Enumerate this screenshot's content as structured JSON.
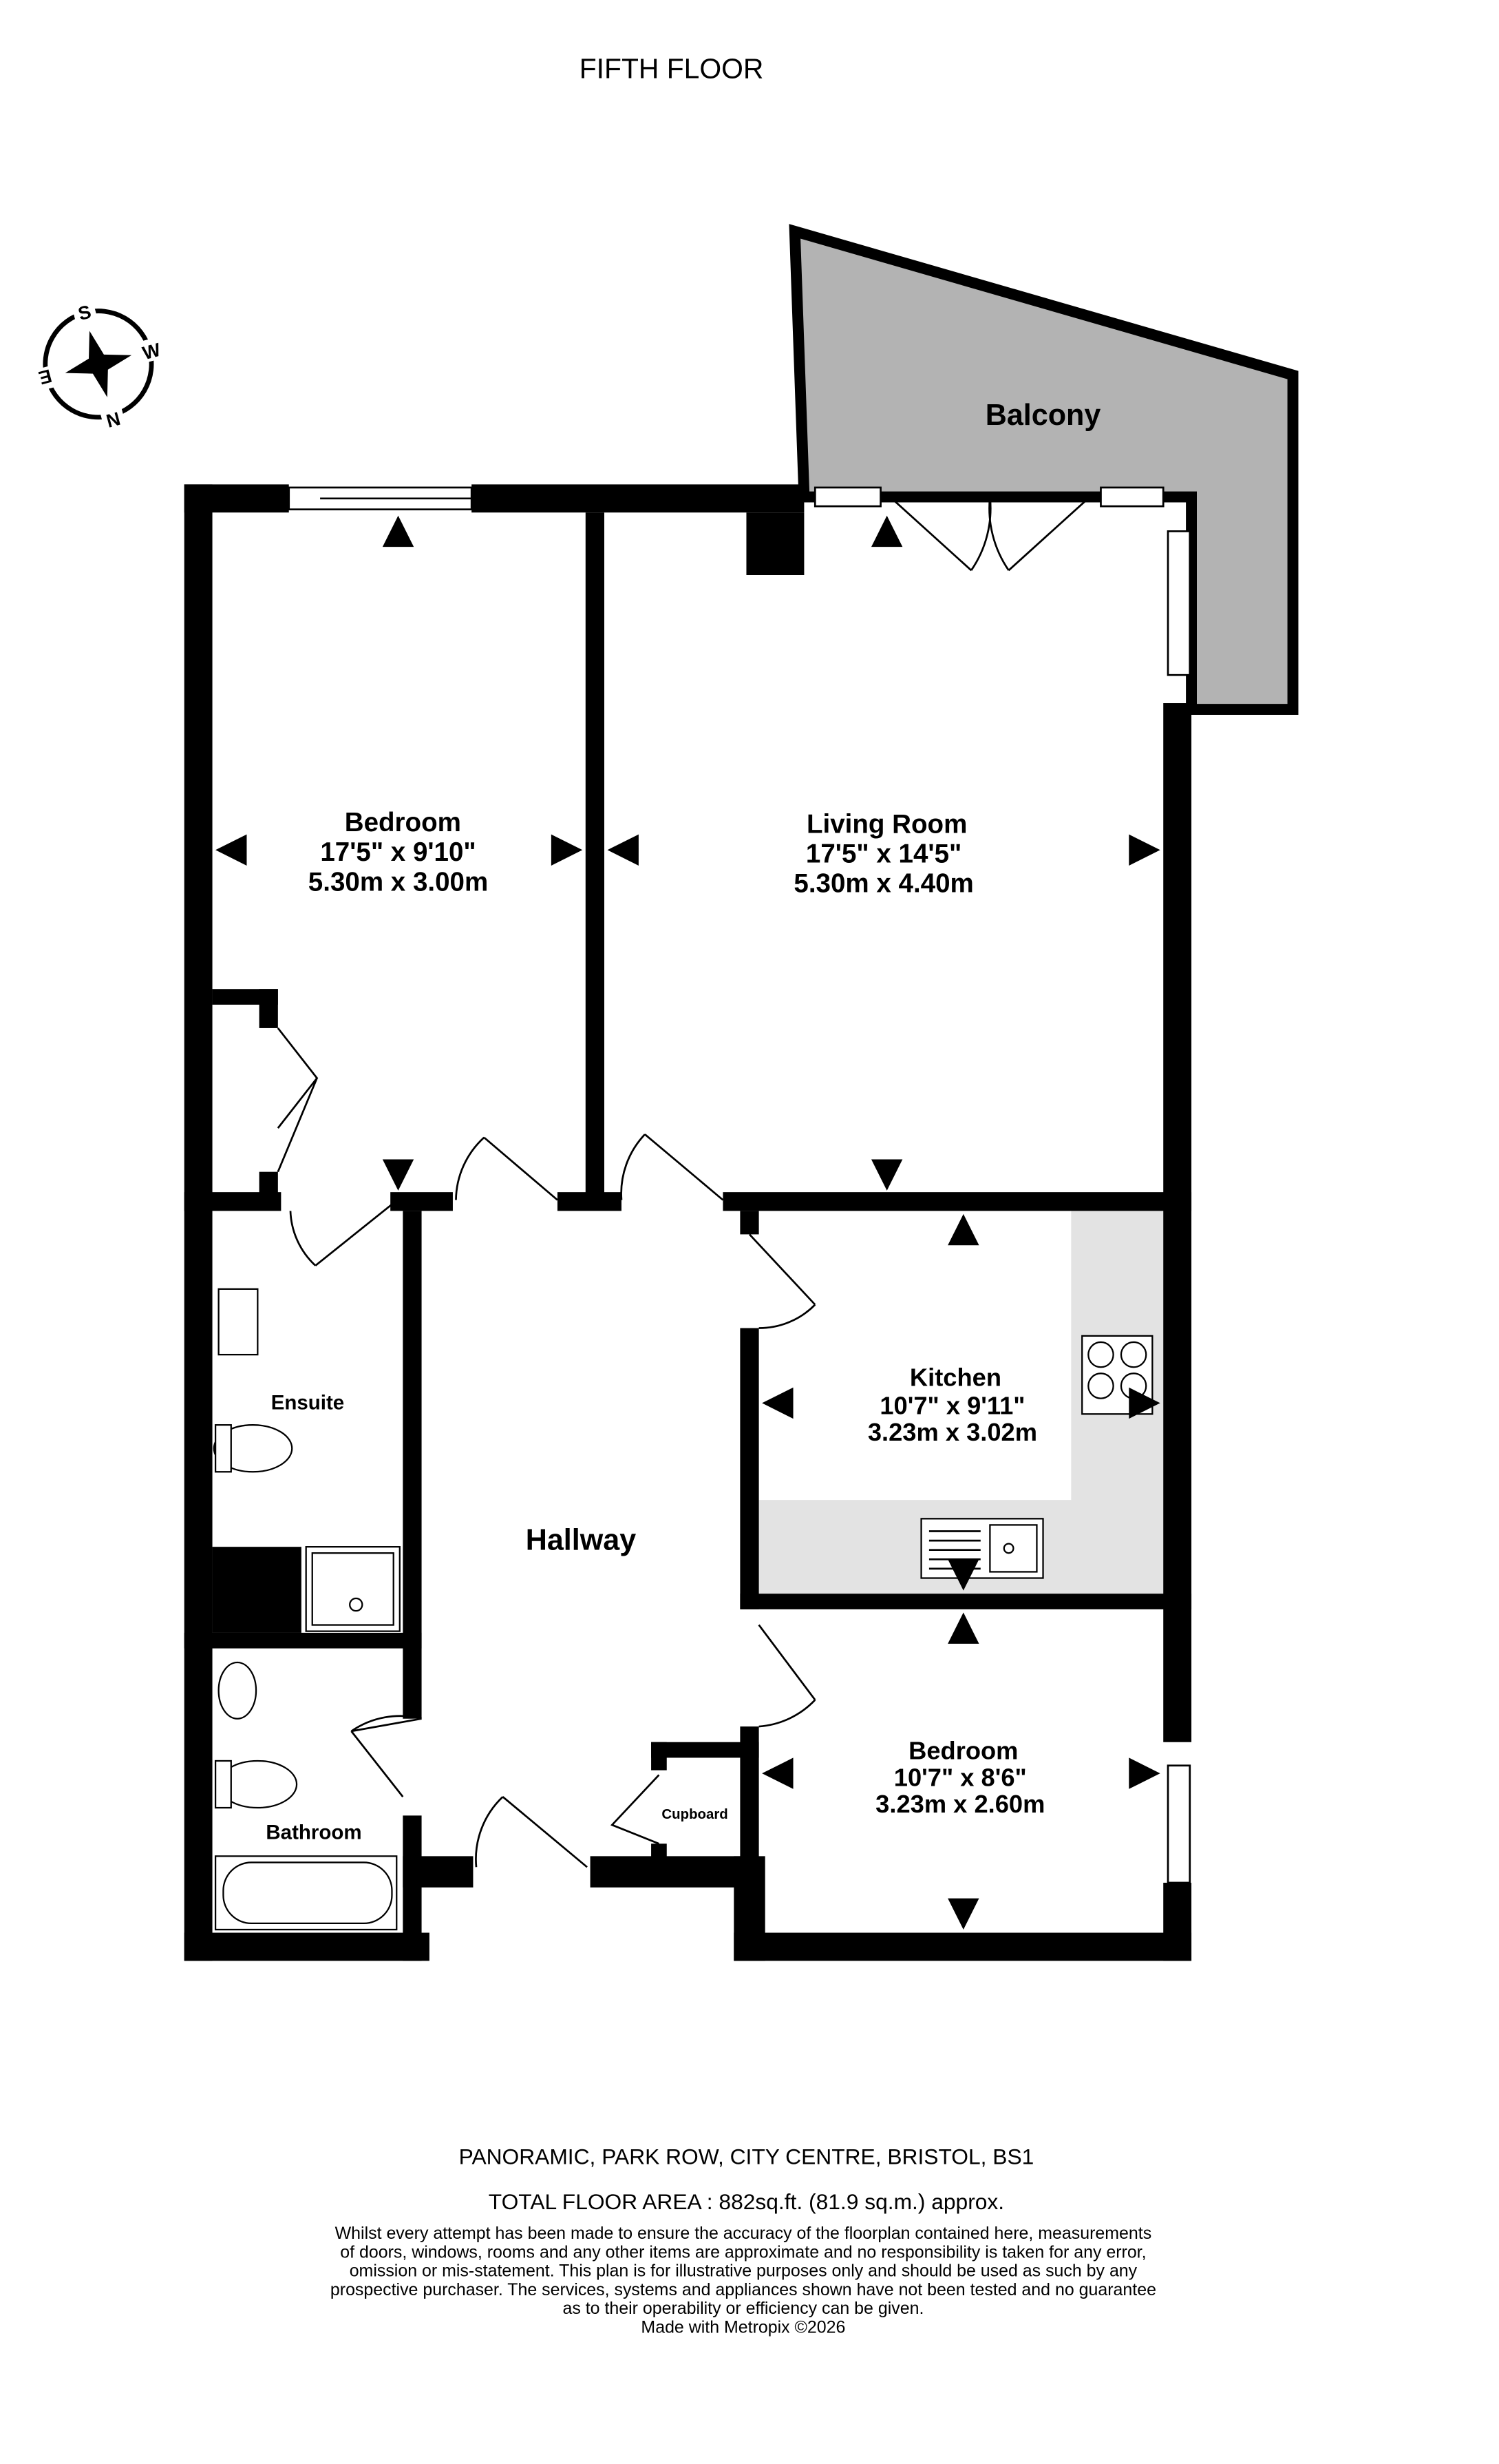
{
  "title": "FIFTH FLOOR",
  "compass": {
    "n": "N",
    "s": "S",
    "e": "E",
    "w": "W"
  },
  "rooms": {
    "balcony": {
      "name": "Balcony"
    },
    "bedroom1": {
      "name": "Bedroom",
      "imperial": "17'5\"  x 9'10\"",
      "metric": "5.30m  x 3.00m"
    },
    "living": {
      "name": "Living Room",
      "imperial": "17'5\"  x 14'5\"",
      "metric": "5.30m  x 4.40m"
    },
    "kitchen": {
      "name": "Kitchen",
      "imperial": "10'7\"  x 9'11\"",
      "metric": "3.23m  x 3.02m"
    },
    "bedroom2": {
      "name": "Bedroom",
      "imperial": "10'7\"  x 8'6\"",
      "metric": "3.23m  x 2.60m"
    },
    "ensuite": {
      "name": "Ensuite"
    },
    "hallway": {
      "name": "Hallway"
    },
    "bathroom": {
      "name": "Bathroom"
    },
    "cupboard": {
      "name": "Cupboard"
    }
  },
  "footer": {
    "address": "PANORAMIC, PARK ROW, CITY CENTRE, BRISTOL, BS1",
    "area": "TOTAL FLOOR AREA : 882sq.ft. (81.9 sq.m.) approx.",
    "disclaimer": [
      "Whilst every attempt has been made to ensure the accuracy of the floorplan contained here, measurements",
      "of doors, windows, rooms and any other items are approximate and no responsibility is taken for any error,",
      "omission or mis-statement. This plan is for illustrative purposes only and should be used as such by any",
      "prospective purchaser. The services, systems and appliances shown have not been tested and no guarantee",
      "as to their operability or efficiency can be given."
    ],
    "credit": "Made with Metropix ©2026"
  },
  "colors": {
    "wall": "#000000",
    "balcony": "#b3b3b3",
    "counter": "#e3e3e3"
  }
}
